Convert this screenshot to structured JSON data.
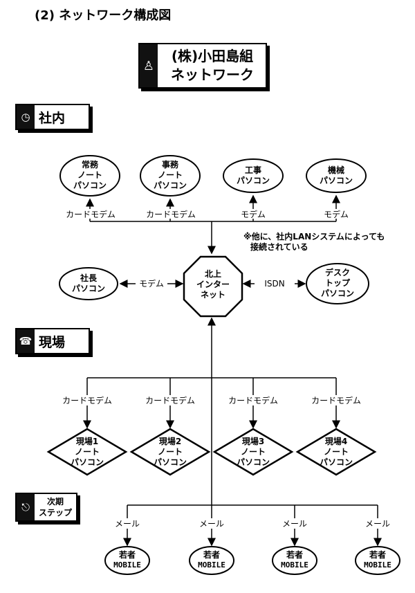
{
  "heading": "(2) ネットワーク構成図",
  "title": {
    "line1": "(株)小田島組",
    "line2": "ネットワーク"
  },
  "sections": {
    "office": "社内",
    "site": "現場",
    "next_line1": "次期",
    "next_line2": "ステップ"
  },
  "office_nodes": [
    {
      "line1": "常務",
      "line2": "ノート",
      "line3": "パソコン",
      "link": "カードモデム"
    },
    {
      "line1": "事務",
      "line2": "ノート",
      "line3": "パソコン",
      "link": "カードモデム"
    },
    {
      "line1": "工事",
      "line2": "パソコン",
      "link": "モデム"
    },
    {
      "line1": "機械",
      "line2": "パソコン",
      "link": "モデム"
    }
  ],
  "note": {
    "line1": "※他に、社内LANシステムによっても",
    "line2": "接続されている"
  },
  "president": {
    "line1": "社長",
    "line2": "パソコン",
    "link": "モデム"
  },
  "hub": {
    "line1": "北上",
    "line2": "インター",
    "line3": "ネット"
  },
  "desktop": {
    "line1": "デスク",
    "line2": "トップ",
    "line3": "パソコン",
    "link": "ISDN"
  },
  "site_nodes": [
    {
      "line1": "現場1",
      "line2": "ノート",
      "line3": "パソコン",
      "link": "カードモデム"
    },
    {
      "line1": "現場2",
      "line2": "ノート",
      "line3": "パソコン",
      "link": "カードモデム"
    },
    {
      "line1": "現場3",
      "line2": "ノート",
      "line3": "パソコン",
      "link": "カードモデム"
    },
    {
      "line1": "現場4",
      "line2": "ノート",
      "line3": "パソコン",
      "link": "カードモデム"
    }
  ],
  "mobile_nodes": [
    {
      "line1": "若者",
      "line2": "MOBILE",
      "link": "メール"
    },
    {
      "line1": "若者",
      "line2": "MOBILE",
      "link": "メール"
    },
    {
      "line1": "若者",
      "line2": "MOBILE",
      "link": "メール"
    },
    {
      "line1": "若者",
      "line2": "MOBILE",
      "link": "メール"
    }
  ]
}
